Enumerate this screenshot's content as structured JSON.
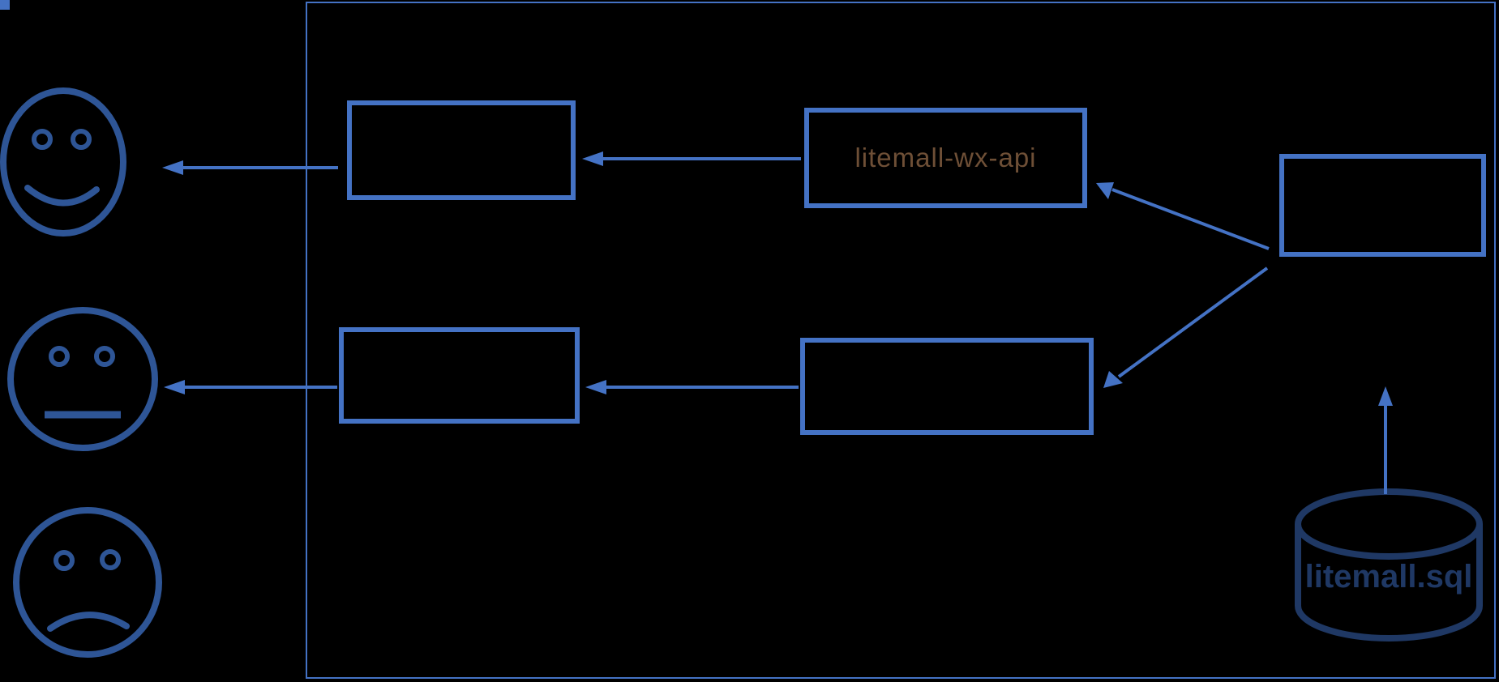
{
  "diagram": {
    "labels": {
      "wx_api_box": "litemall-wx-api",
      "database": "litemall.sql"
    },
    "shapes": {
      "faces": [
        "happy-face",
        "neutral-face",
        "sad-face"
      ],
      "empty_boxes_count": 5,
      "database_cylinder": true,
      "boundary_rectangle": true,
      "arrows_count": 7
    },
    "colors": {
      "background": "#000000",
      "box_border": "#4472C4",
      "boundary_border": "#4472C4",
      "arrow": "#4472C4",
      "face_stroke": "#2E5596",
      "database_stroke": "#1F3864",
      "database_text": "#1F3864",
      "wx_api_text": "#6E4F36"
    }
  }
}
